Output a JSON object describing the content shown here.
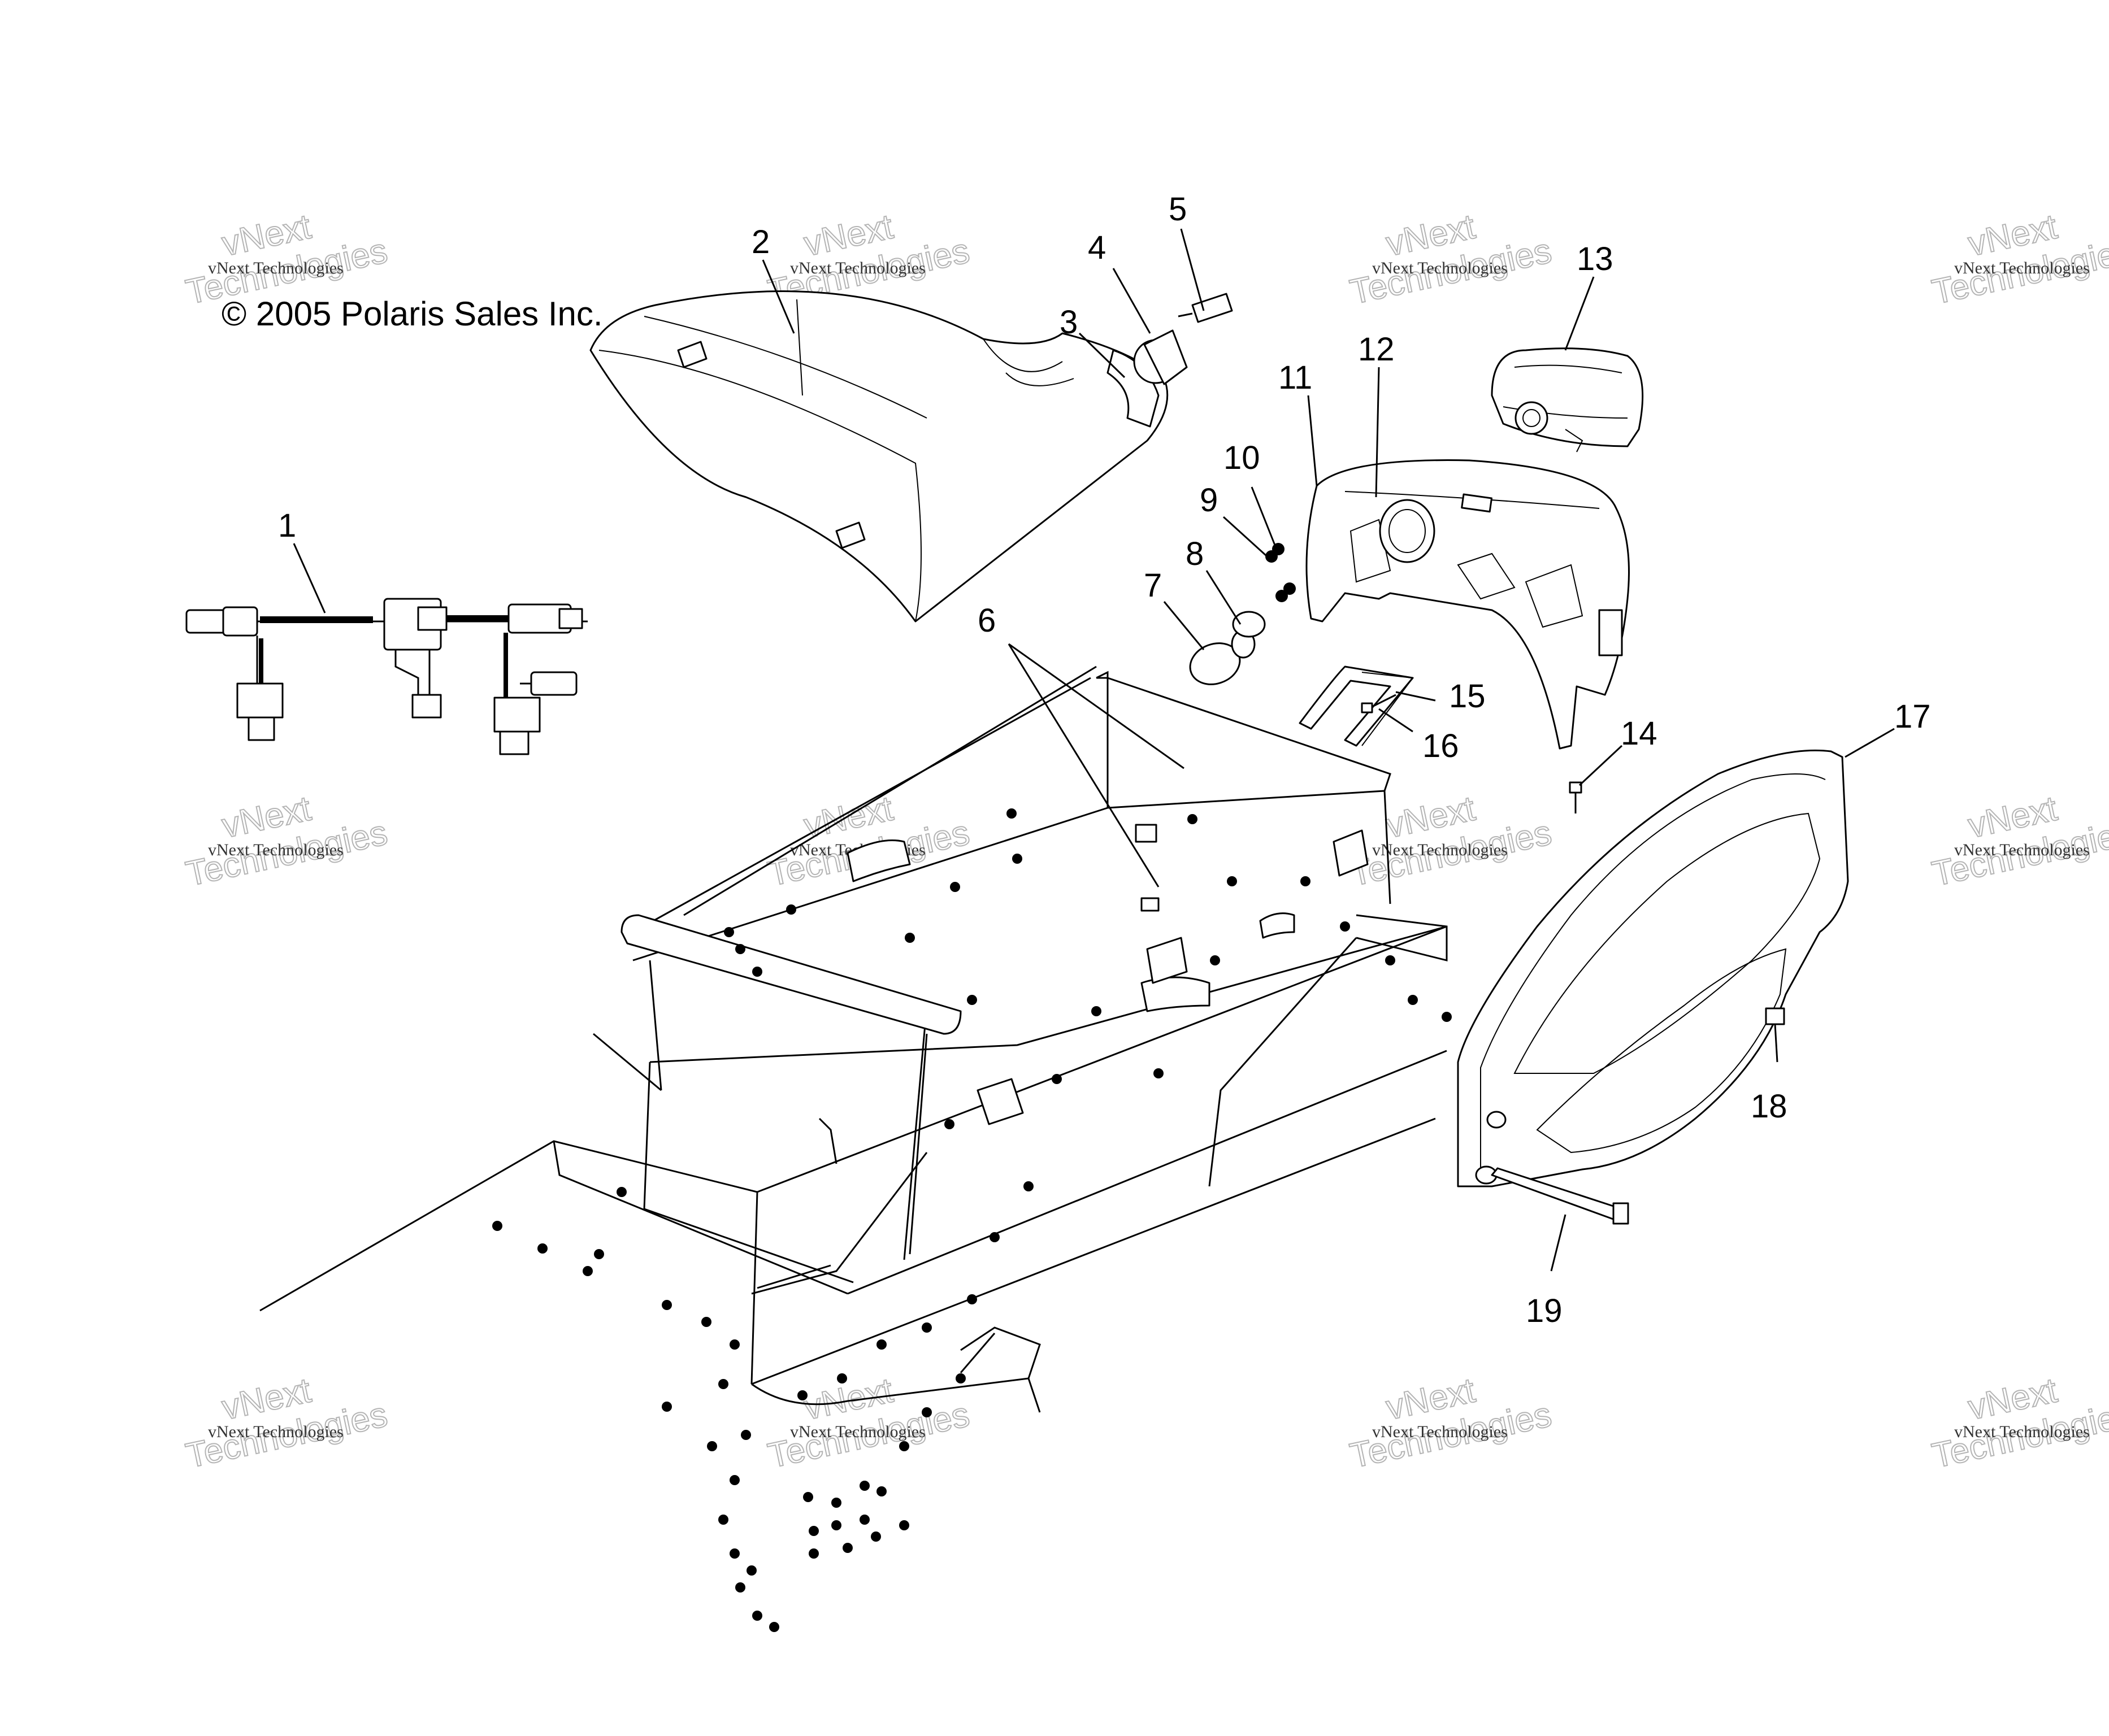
{
  "copyright": "© 2005 Polaris Sales Inc.",
  "watermark": {
    "line1": "vNext",
    "line2": "Technologies",
    "small": "vNext Technologies"
  },
  "callouts": [
    {
      "id": "1",
      "label": "1"
    },
    {
      "id": "2",
      "label": "2"
    },
    {
      "id": "3",
      "label": "3"
    },
    {
      "id": "4",
      "label": "4"
    },
    {
      "id": "5",
      "label": "5"
    },
    {
      "id": "6",
      "label": "6"
    },
    {
      "id": "7",
      "label": "7"
    },
    {
      "id": "8",
      "label": "8"
    },
    {
      "id": "9",
      "label": "9"
    },
    {
      "id": "10",
      "label": "10"
    },
    {
      "id": "11",
      "label": "11"
    },
    {
      "id": "12",
      "label": "12"
    },
    {
      "id": "13",
      "label": "13"
    },
    {
      "id": "14",
      "label": "14"
    },
    {
      "id": "15",
      "label": "15"
    },
    {
      "id": "16",
      "label": "16"
    },
    {
      "id": "17",
      "label": "17"
    },
    {
      "id": "18",
      "label": "18"
    },
    {
      "id": "19",
      "label": "19"
    }
  ]
}
